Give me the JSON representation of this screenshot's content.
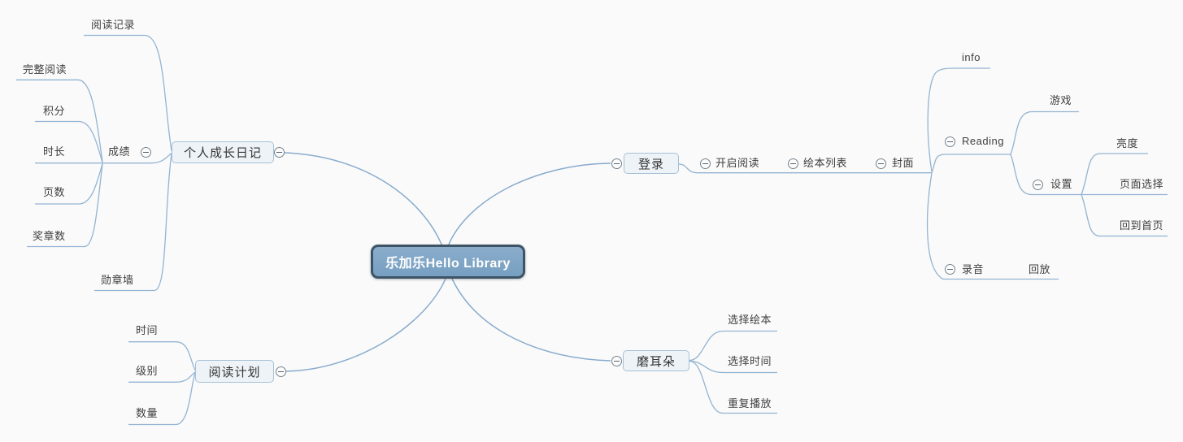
{
  "app": {
    "type": "mindmap",
    "expander_symbol": "minus-circle"
  },
  "palette": {
    "background": "#fafafa",
    "line": "#93b4d2",
    "line_main": "#88abcd",
    "node_fill": "#eef3f8",
    "node_border": "#a6c0d6",
    "root_fill": "#7fa5c5",
    "root_border": "#3e5365",
    "root_text": "#ffffff",
    "text": "#3f3f3f"
  },
  "nodes": [
    {
      "id": "root",
      "label": "乐加乐Hello Library",
      "parent": null,
      "role": "root"
    },
    {
      "id": "diary",
      "label": "个人成长日记",
      "parent": "root",
      "role": "main",
      "expander_state": "expanded"
    },
    {
      "id": "reading_record",
      "label": "阅读记录",
      "parent": "diary",
      "role": "leaf"
    },
    {
      "id": "score",
      "label": "成绩",
      "parent": "diary",
      "role": "sub",
      "expander_state": "expanded"
    },
    {
      "id": "full_reading",
      "label": "完整阅读",
      "parent": "score",
      "role": "leaf"
    },
    {
      "id": "points",
      "label": "积分",
      "parent": "score",
      "role": "leaf"
    },
    {
      "id": "duration",
      "label": "时长",
      "parent": "score",
      "role": "leaf"
    },
    {
      "id": "page_count",
      "label": "页数",
      "parent": "score",
      "role": "leaf"
    },
    {
      "id": "medal_count",
      "label": "奖章数",
      "parent": "score",
      "role": "leaf"
    },
    {
      "id": "medal_wall",
      "label": "勋章墙",
      "parent": "diary",
      "role": "leaf"
    },
    {
      "id": "login",
      "label": "登录",
      "parent": "root",
      "role": "main",
      "expander_state": "expanded"
    },
    {
      "id": "start_reading",
      "label": "开启阅读",
      "parent": "login",
      "role": "sub",
      "expander_state": "expanded"
    },
    {
      "id": "book_list",
      "label": "绘本列表",
      "parent": "start_reading",
      "role": "sub",
      "expander_state": "expanded"
    },
    {
      "id": "cover",
      "label": "封面",
      "parent": "book_list",
      "role": "sub",
      "expander_state": "expanded"
    },
    {
      "id": "info",
      "label": "info",
      "parent": "cover",
      "role": "leaf"
    },
    {
      "id": "reading",
      "label": "Reading",
      "parent": "cover",
      "role": "sub",
      "expander_state": "expanded"
    },
    {
      "id": "game",
      "label": "游戏",
      "parent": "reading",
      "role": "leaf"
    },
    {
      "id": "settings",
      "label": "设置",
      "parent": "reading",
      "role": "sub",
      "expander_state": "expanded"
    },
    {
      "id": "brightness",
      "label": "亮度",
      "parent": "settings",
      "role": "leaf"
    },
    {
      "id": "page_select",
      "label": "页面选择",
      "parent": "settings",
      "role": "leaf"
    },
    {
      "id": "back_home",
      "label": "回到首页",
      "parent": "settings",
      "role": "leaf"
    },
    {
      "id": "record",
      "label": "录音",
      "parent": "cover",
      "role": "sub",
      "expander_state": "expanded"
    },
    {
      "id": "playback",
      "label": "回放",
      "parent": "record",
      "role": "leaf"
    },
    {
      "id": "plan",
      "label": "阅读计划",
      "parent": "root",
      "role": "main",
      "expander_state": "expanded"
    },
    {
      "id": "time",
      "label": "时间",
      "parent": "plan",
      "role": "leaf"
    },
    {
      "id": "level",
      "label": "级别",
      "parent": "plan",
      "role": "leaf"
    },
    {
      "id": "quantity",
      "label": "数量",
      "parent": "plan",
      "role": "leaf"
    },
    {
      "id": "ear_training",
      "label": "磨耳朵",
      "parent": "root",
      "role": "main",
      "expander_state": "expanded"
    },
    {
      "id": "choose_book",
      "label": "选择绘本",
      "parent": "ear_training",
      "role": "leaf"
    },
    {
      "id": "choose_time",
      "label": "选择时间",
      "parent": "ear_training",
      "role": "leaf"
    },
    {
      "id": "repeat_play",
      "label": "重复播放",
      "parent": "ear_training",
      "role": "leaf"
    }
  ]
}
